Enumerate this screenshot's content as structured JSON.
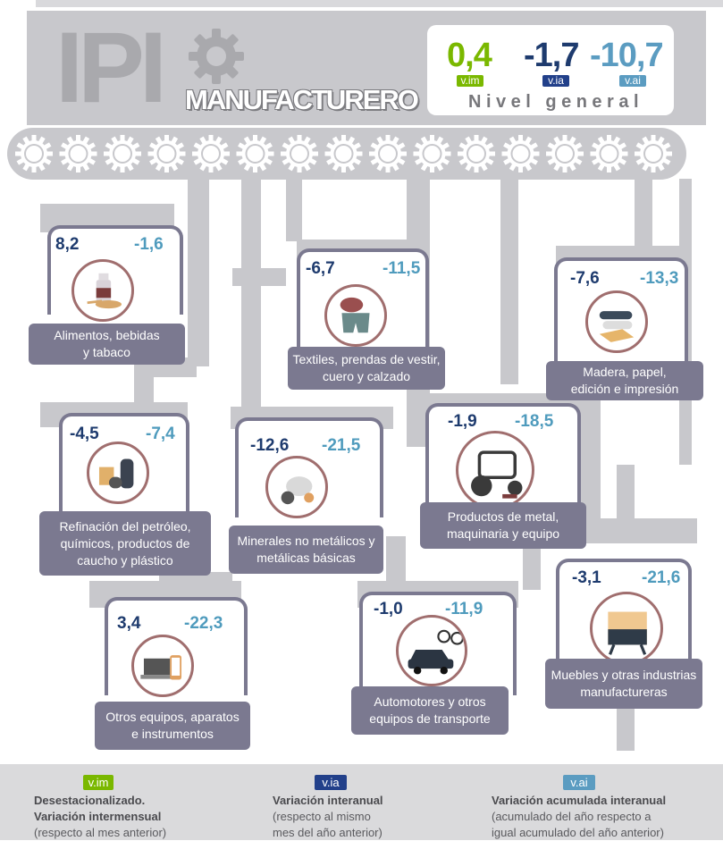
{
  "header": {
    "title": "IPI",
    "subtitle": "MANUFACTURERO"
  },
  "nivel_general": {
    "label": "Nivel general",
    "vim": {
      "value": "0,4",
      "badge": "v.im"
    },
    "via": {
      "value": "-1,7",
      "badge": "v.ia"
    },
    "vai": {
      "value": "-10,7",
      "badge": "v.ai"
    }
  },
  "sectors": [
    {
      "id": "alimentos",
      "via": "8,2",
      "vai": "-1,6",
      "label_line1": "Alimentos, bebidas",
      "label_line2": "y tabaco",
      "label_line3": "",
      "icon": "food-beverage-icon"
    },
    {
      "id": "textiles",
      "via": "-6,7",
      "vai": "-11,5",
      "label_line1": "Textiles, prendas de vestir,",
      "label_line2": "cuero y calzado",
      "label_line3": "",
      "icon": "textile-icon"
    },
    {
      "id": "madera",
      "via": "-7,6",
      "vai": "-13,3",
      "label_line1": "Madera, papel,",
      "label_line2": "edición e impresión",
      "label_line3": "",
      "icon": "paper-rolls-icon"
    },
    {
      "id": "refinacion",
      "via": "-4,5",
      "vai": "-7,4",
      "label_line1": "Refinación del petróleo,",
      "label_line2": "químicos, productos de",
      "label_line3": "caucho y plástico",
      "icon": "chemicals-icon"
    },
    {
      "id": "minerales",
      "via": "-12,6",
      "vai": "-21,5",
      "label_line1": "Minerales no metálicos y",
      "label_line2": "metálicas básicas",
      "label_line3": "",
      "icon": "cement-mixer-icon"
    },
    {
      "id": "metal",
      "via": "-1,9",
      "vai": "-18,5",
      "label_line1": "Productos de metal,",
      "label_line2": "maquinaria y equipo",
      "label_line3": "",
      "icon": "tractor-icon"
    },
    {
      "id": "otros_equipos",
      "via": "3,4",
      "vai": "-22,3",
      "label_line1": "Otros equipos, aparatos",
      "label_line2": "e instrumentos",
      "label_line3": "",
      "icon": "laptop-phone-icon"
    },
    {
      "id": "automotores",
      "via": "-1,0",
      "vai": "-11,9",
      "label_line1": "Automotores y otros",
      "label_line2": "equipos de transporte",
      "label_line3": "",
      "icon": "car-motorcycle-icon"
    },
    {
      "id": "muebles",
      "via": "-3,1",
      "vai": "-21,6",
      "label_line1": "Muebles y otras industrias",
      "label_line2": "manufactureras",
      "label_line3": "",
      "icon": "furniture-icon"
    }
  ],
  "legend": [
    {
      "badge": "v.im",
      "title1": "Desestacionalizado.",
      "title2": "Variación intermensual",
      "desc": "(respecto al mes anterior)",
      "color": "#7ab800"
    },
    {
      "badge": "v.ia",
      "title1": "Variación interanual",
      "title2": "",
      "desc1": "(respecto al mismo",
      "desc2": "mes del año anterior)",
      "color": "#22408a"
    },
    {
      "badge": "v.ai",
      "title1": "Variación acumulada interanual",
      "title2": "",
      "desc1": "(acumulado del año respecto a",
      "desc2": "igual acumulado del año anterior)",
      "color": "#5b9cc1"
    }
  ],
  "colors": {
    "machine_gray": "#c8c8cc",
    "gear_gray": "#b5b5ba",
    "label_purple": "#7b7990",
    "circle_border": "#a06e6e",
    "value_dark": "#1e3b6e",
    "value_light": "#4f9bbd",
    "vim_green": "#7ab800"
  }
}
